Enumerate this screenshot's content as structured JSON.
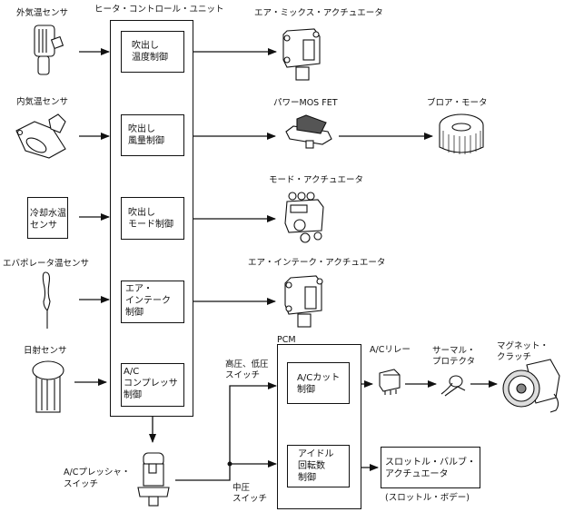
{
  "title": "ヒータ・コントロール・ユニット",
  "inputs": [
    {
      "id": "ambient",
      "label": "外気温センサ"
    },
    {
      "id": "cabin",
      "label": "内気温センサ"
    },
    {
      "id": "coolant",
      "label": "冷却水温\nセンサ"
    },
    {
      "id": "evap",
      "label": "エバポレータ温センサ"
    },
    {
      "id": "solar",
      "label": "日射センサ"
    }
  ],
  "controls": [
    {
      "id": "temp",
      "label": "吹出し\n温度制御"
    },
    {
      "id": "fan",
      "label": "吹出し\n風量制御"
    },
    {
      "id": "mode",
      "label": "吹出し\nモード制御"
    },
    {
      "id": "intake",
      "label": "エア・\nインテーク\n制御"
    },
    {
      "id": "compressor",
      "label": "A/C\nコンプレッサ\n制御"
    }
  ],
  "outputs": [
    {
      "id": "airmix",
      "label": "エア・ミックス・アクチュエータ"
    },
    {
      "id": "powermos",
      "label": "パワーMOS FET"
    },
    {
      "id": "blower",
      "label": "ブロア・モータ"
    },
    {
      "id": "modeact",
      "label": "モード・アクチュエータ"
    },
    {
      "id": "intakeact",
      "label": "エア・インテーク・アクチュエータ"
    }
  ],
  "pressure_switch": {
    "label": "A/Cプレッシャ・\nスイッチ",
    "high_low": "高圧、低圧\nスイッチ",
    "mid": "中圧\nスイッチ"
  },
  "pcm": {
    "title": "PCM",
    "ac_cut": "A/Cカット\n制御",
    "idle": "アイドル\n回転数\n制御"
  },
  "ac_chain": {
    "relay": "A/Cリレー",
    "thermal": "サーマル・\nプロテクタ",
    "clutch": "マグネット・\nクラッチ"
  },
  "throttle": {
    "box": "スロットル・バルブ・\nアクチュエータ",
    "note": "(スロットル・ボデー)"
  }
}
